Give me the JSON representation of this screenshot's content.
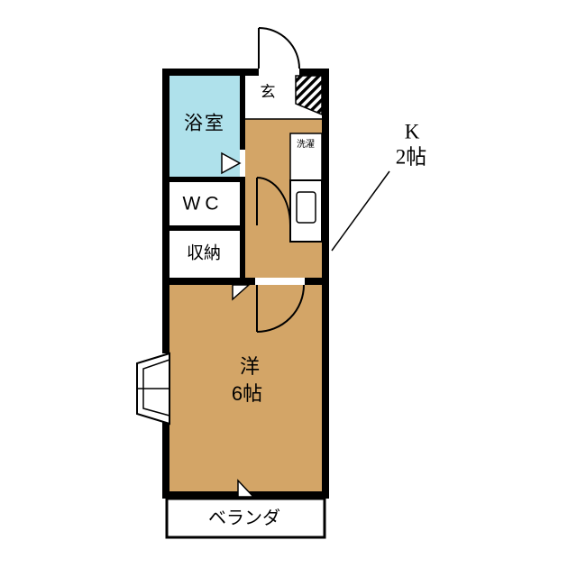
{
  "title": "apartment-floorplan",
  "colors": {
    "bg": "#ffffff",
    "wall": "#000000",
    "floor": "#d3a567",
    "bath": "#afe1eb"
  },
  "labels": {
    "bath": "浴室",
    "wc": "WC",
    "storage": "収納",
    "entrance": "玄",
    "laundry": "洗濯",
    "living_line1": "洋",
    "living_line2": "6帖",
    "veranda": "ベランダ",
    "kitchen_line1": "K",
    "kitchen_line2": "2帖"
  }
}
